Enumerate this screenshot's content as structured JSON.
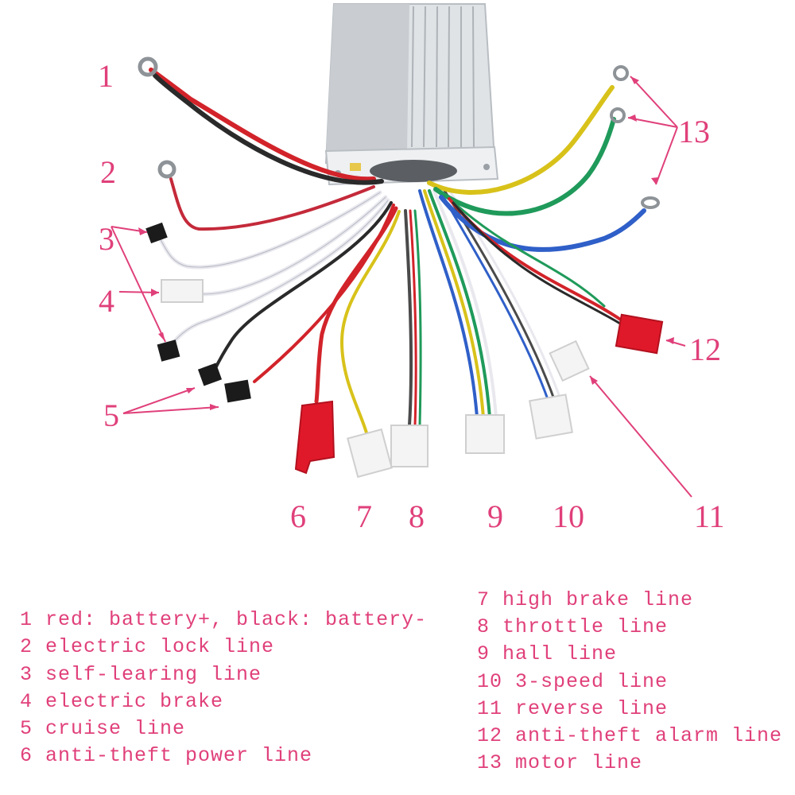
{
  "colors": {
    "label": "#e0407a",
    "controller_body": "#d9dde0",
    "red_wire": "#d2232a",
    "black_wire": "#2a2a2a",
    "yellow_wire": "#d8c21a",
    "green_wire": "#1f9a5a",
    "blue_wire": "#2f5fc8",
    "white_wire": "#e8e8ee",
    "connector_red": "#e0192a",
    "connector_white": "#f4f4f4"
  },
  "numbers": {
    "n1": "1",
    "n2": "2",
    "n3": "3",
    "n4": "4",
    "n5": "5",
    "n6": "6",
    "n7": "7",
    "n8": "8",
    "n9": "9",
    "n10": "10",
    "n11": "11",
    "n12": "12",
    "n13": "13"
  },
  "legend": {
    "left": [
      "1 red: battery+, black: battery-",
      "2 electric lock line",
      "3 self-learing line",
      "4 electric brake",
      "5 cruise line",
      "6 anti-theft power line"
    ],
    "right": [
      "7 high brake line",
      "8 throttle line",
      "9 hall line",
      "10 3-speed line",
      "11 reverse line",
      "12 anti-theft alarm line",
      "13 motor line"
    ]
  }
}
